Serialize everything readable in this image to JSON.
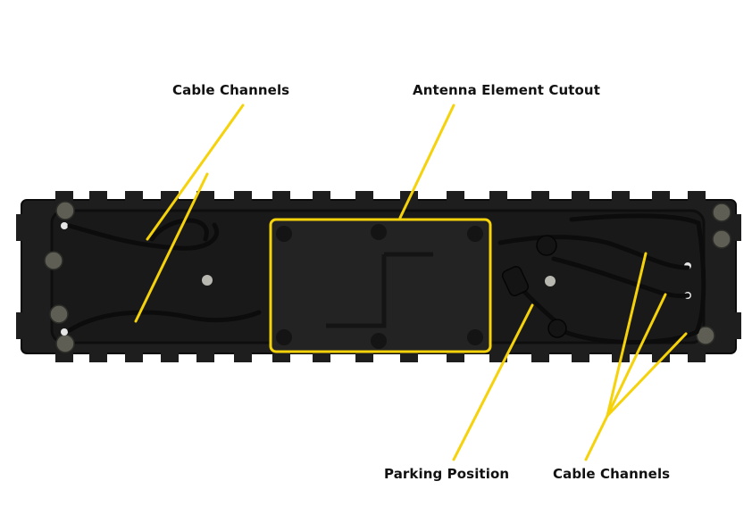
{
  "labels": {
    "cable_channels_left": "Cable Channels",
    "antenna_cutout": "Antenna Element Cutout",
    "parking_position": "Parking Position",
    "cable_channels_right": "Cable Channels"
  },
  "colors": {
    "callout": "#f5d20a",
    "body": "#1c1c1c",
    "body_edge": "#0a0a0a",
    "channel": "#141414",
    "boss": "#6b6b60",
    "text": "#111111"
  }
}
